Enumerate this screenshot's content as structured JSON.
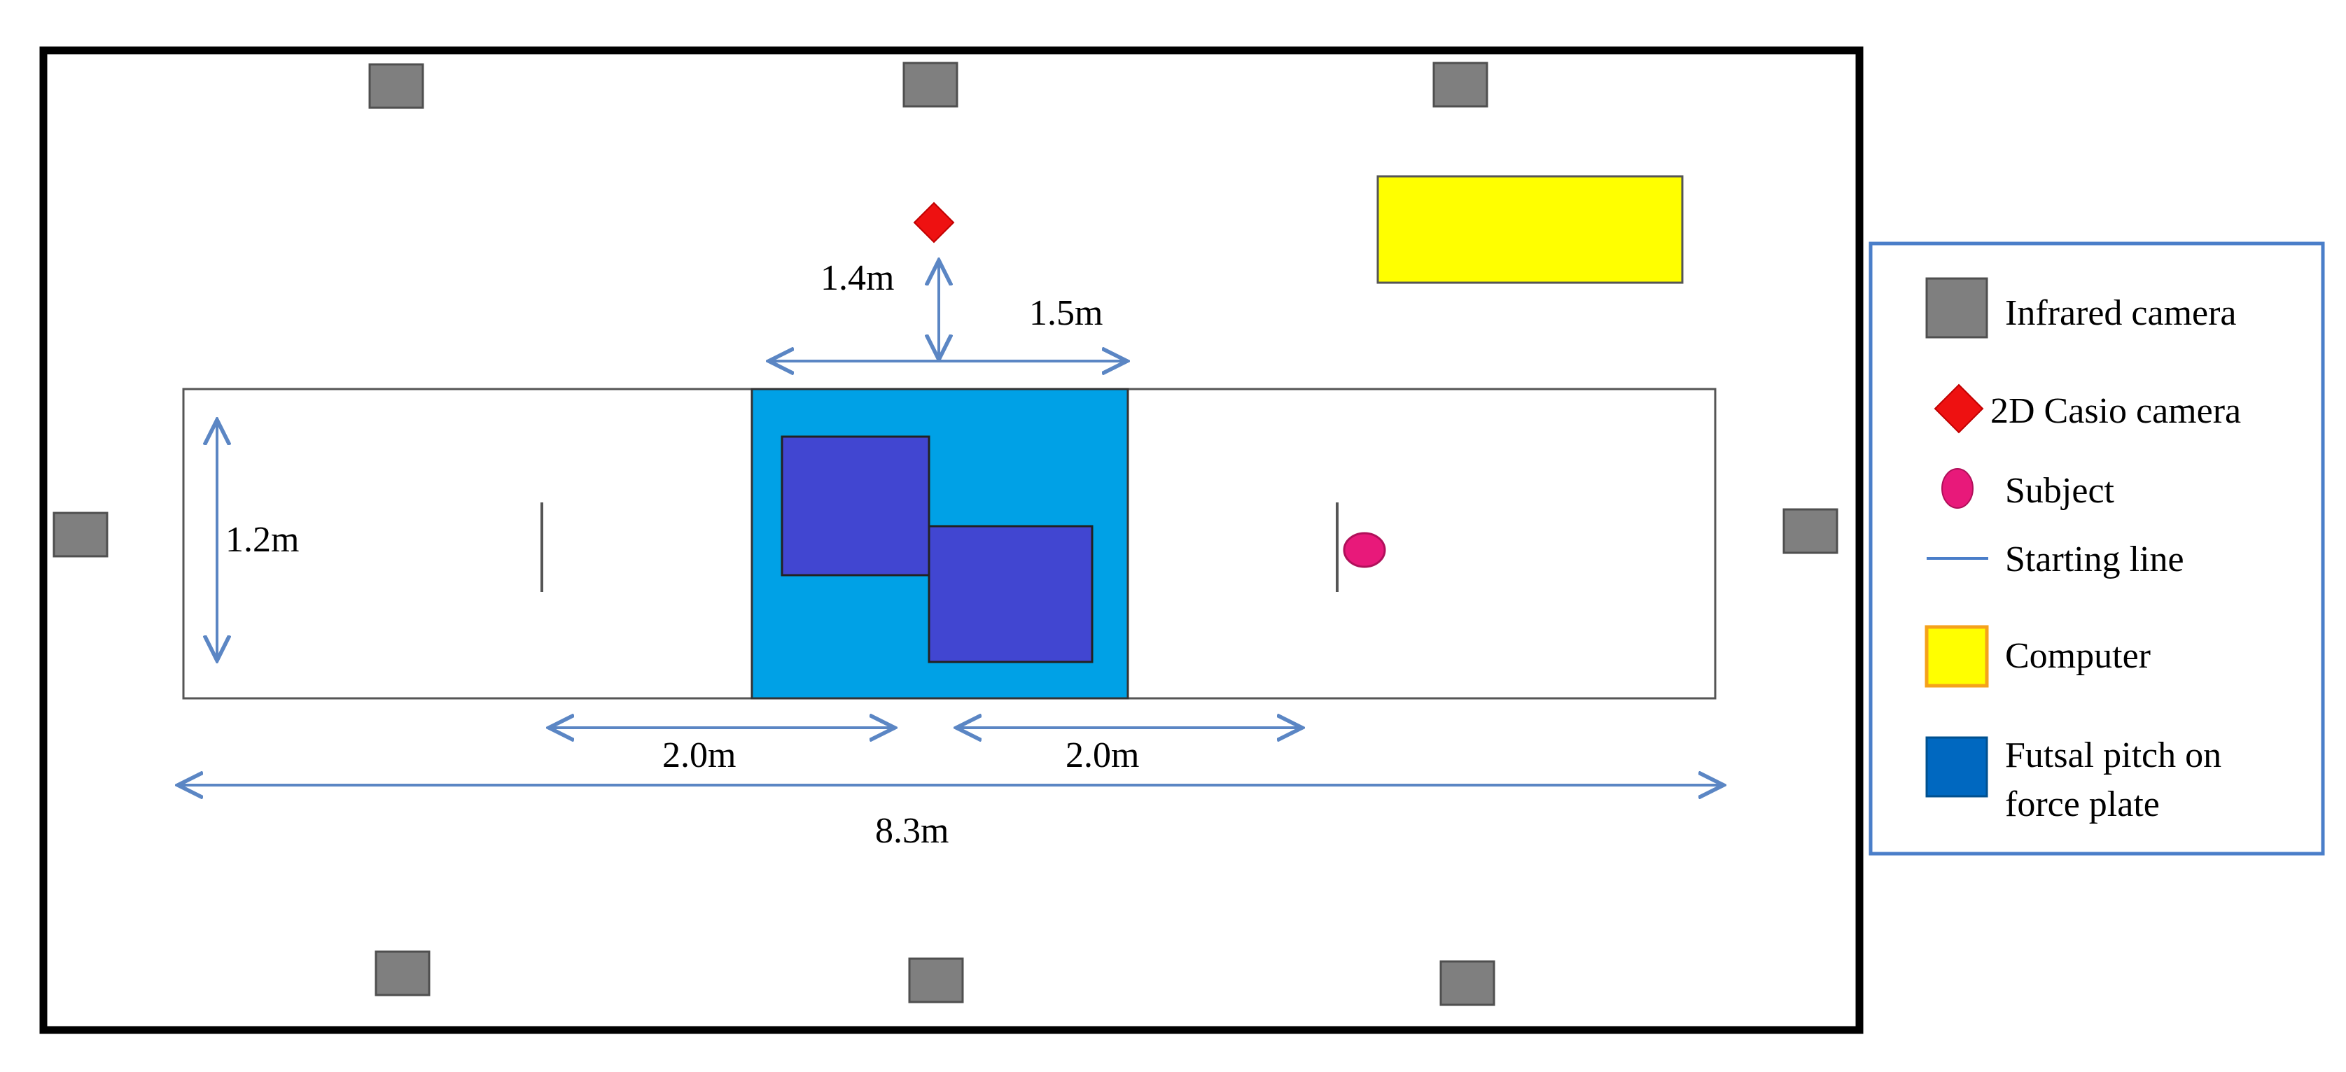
{
  "diagram": {
    "dimensions": {
      "camera_offset": "1.4m",
      "plate_width": "1.5m",
      "runway_width": "1.2m",
      "left_distance": "2.0m",
      "right_distance": "2.0m",
      "total_length": "8.3m"
    },
    "legend": {
      "items": [
        {
          "label": "Infrared camera",
          "icon": "gray-square"
        },
        {
          "label": "2D Casio camera",
          "icon": "red-diamond"
        },
        {
          "label": "Subject",
          "icon": "pink-ellipse"
        },
        {
          "label": "Starting line",
          "icon": "blue-line"
        },
        {
          "label": "Computer",
          "icon": "yellow-rectangle"
        },
        {
          "label": "Futsal pitch on",
          "label_line2": "force plate",
          "icon": "blue-square"
        }
      ]
    },
    "colors": {
      "infrared_camera": "#7f7f7f",
      "casio_camera": "#ee1111",
      "subject": "#e8197a",
      "starting_line": "#4a7ec9",
      "computer": "#ffff00",
      "computer_border": "#f5a21b",
      "force_plate_area": "#00a1e6",
      "force_plate_squares": "#4146d1",
      "legend_pitch": "#0068c0",
      "dimension_arrows": "#5b86c4",
      "legend_border": "#4a7ec9"
    }
  }
}
